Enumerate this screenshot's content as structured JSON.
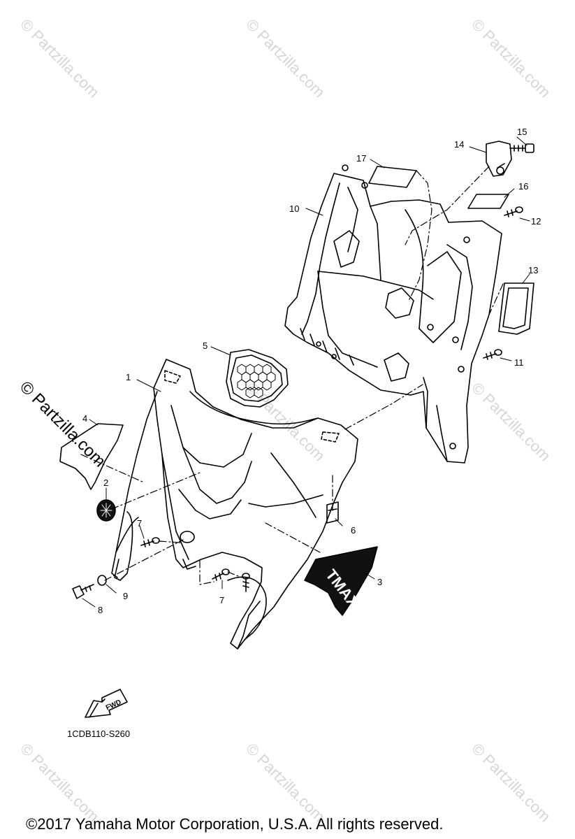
{
  "watermark": {
    "text": "© Partzilla.com"
  },
  "callouts": {
    "c1": "1",
    "c2": "2",
    "c3": "3",
    "c4": "4",
    "c5": "5",
    "c6": "6",
    "c7a": "7",
    "c7b": "7",
    "c8": "8",
    "c9": "9",
    "c10": "10",
    "c11": "11",
    "c12": "12",
    "c13": "13",
    "c14": "14",
    "c15": "15",
    "c16": "16",
    "c17": "17"
  },
  "fwd_label": "FWD",
  "decal_text": "TMAX",
  "diagram_code": "1CDB110-S260",
  "copyright": "©2017  Yamaha Motor Corporation, U.S.A. All rights reserved.",
  "colors": {
    "ink": "#000000",
    "watermark": "#d6d6d6",
    "background": "#ffffff"
  }
}
